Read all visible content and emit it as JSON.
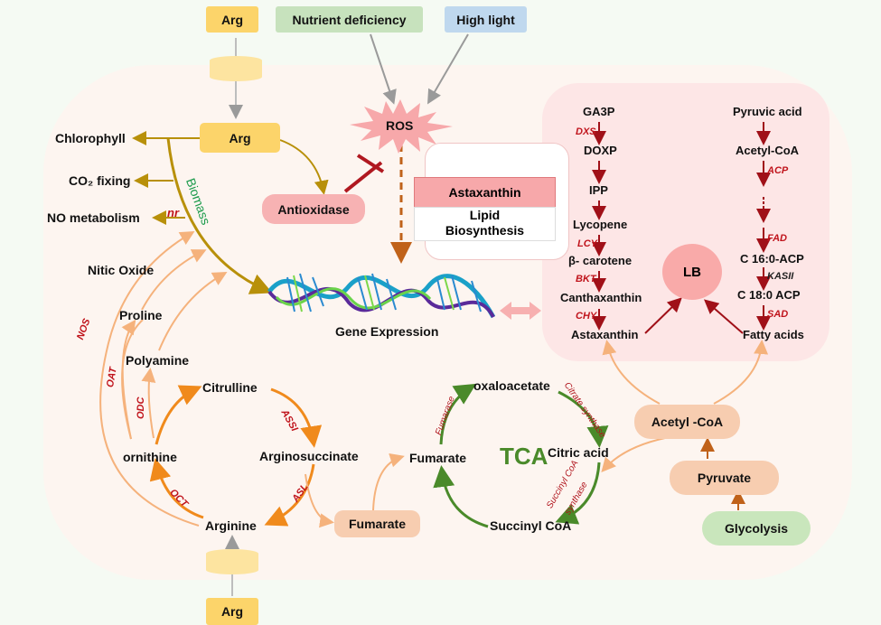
{
  "title": "Arginine metabolism and astaxanthin/lipid biosynthesis pathway under stress",
  "colors": {
    "arg_yellow": "#fcd46a",
    "nutrient_green": "#c7e2bd",
    "highlight_blue": "#bfd8ee",
    "ros_pink": "#f7a8aa",
    "enzyme_red": "#c0141c",
    "biomass_green": "#1a9a4a",
    "gold_arrow": "#b8900a",
    "orange_cycle": "#f08a1c",
    "tca_green": "#4a8a2a"
  },
  "inputs": {
    "arg_top": "Arg",
    "nutrient": "Nutrient deficiency",
    "high_light": "High light",
    "arg_bottom": "Arg"
  },
  "ros": "ROS",
  "arg_intracellular": "Arg",
  "arg_targets": {
    "chlorophyll": "Chlorophyll",
    "co2": "CO₂ fixing",
    "no_metabolism": "NO metabolism",
    "nr": "nr",
    "biomass": "Biomass"
  },
  "antioxidase": "Antioxidase",
  "astaxanthin_panel": {
    "title": "Astaxanthin",
    "line1": "Lipid",
    "line2": "Biosynthesis"
  },
  "gene_expression": "Gene Expression",
  "carotenoid_pathway": {
    "steps": [
      "GA3P",
      "DOXP",
      "IPP",
      "Lycopene",
      "β- carotene",
      "Canthaxanthin",
      "Astaxanthin"
    ],
    "enzymes": [
      "DXS",
      "LCY",
      "BKT",
      "CHY"
    ]
  },
  "fatty_acid_pathway": {
    "steps": [
      "Pyruvic acid",
      "Acetyl-CoA",
      "C 16:0-ACP",
      "C 18:0 ACP",
      "Fatty acids"
    ],
    "enzymes": [
      "ACP",
      "FAD",
      "KASII",
      "SAD"
    ]
  },
  "lb": "LB",
  "urea_cycle": {
    "citrulline": "Citrulline",
    "argininosuccinate": "Arginosuccinate",
    "arginine": "Arginine",
    "ornithine": "ornithine",
    "enzymes": {
      "assi": "ASSI",
      "asl": "ASL",
      "oct": "OCT"
    },
    "fumarate": "Fumarate"
  },
  "ornithine_products": {
    "nitric_oxide": "Nitic Oxide",
    "proline": "Proline",
    "polyamine": "Polyamine",
    "enzymes": {
      "nos": "NOS",
      "oat": "OAT",
      "odc": "ODC"
    }
  },
  "tca": {
    "label": "TCA",
    "oxaloacetate": "oxaloacetate",
    "citric_acid": "Citric acid",
    "succinyl_coa": "Succinyl CoA",
    "fumarate": "Fumarate",
    "enzymes": {
      "citrate_synthase": "Citrate synthase",
      "succinyl_1": "Succinyl CoA",
      "succinyl_2": "synthase",
      "fumarase": "Fumarase"
    }
  },
  "glycolysis_chain": {
    "acetyl_coa": "Acetyl -CoA",
    "pyruvate": "Pyruvate",
    "glycolysis": "Glycolysis"
  }
}
